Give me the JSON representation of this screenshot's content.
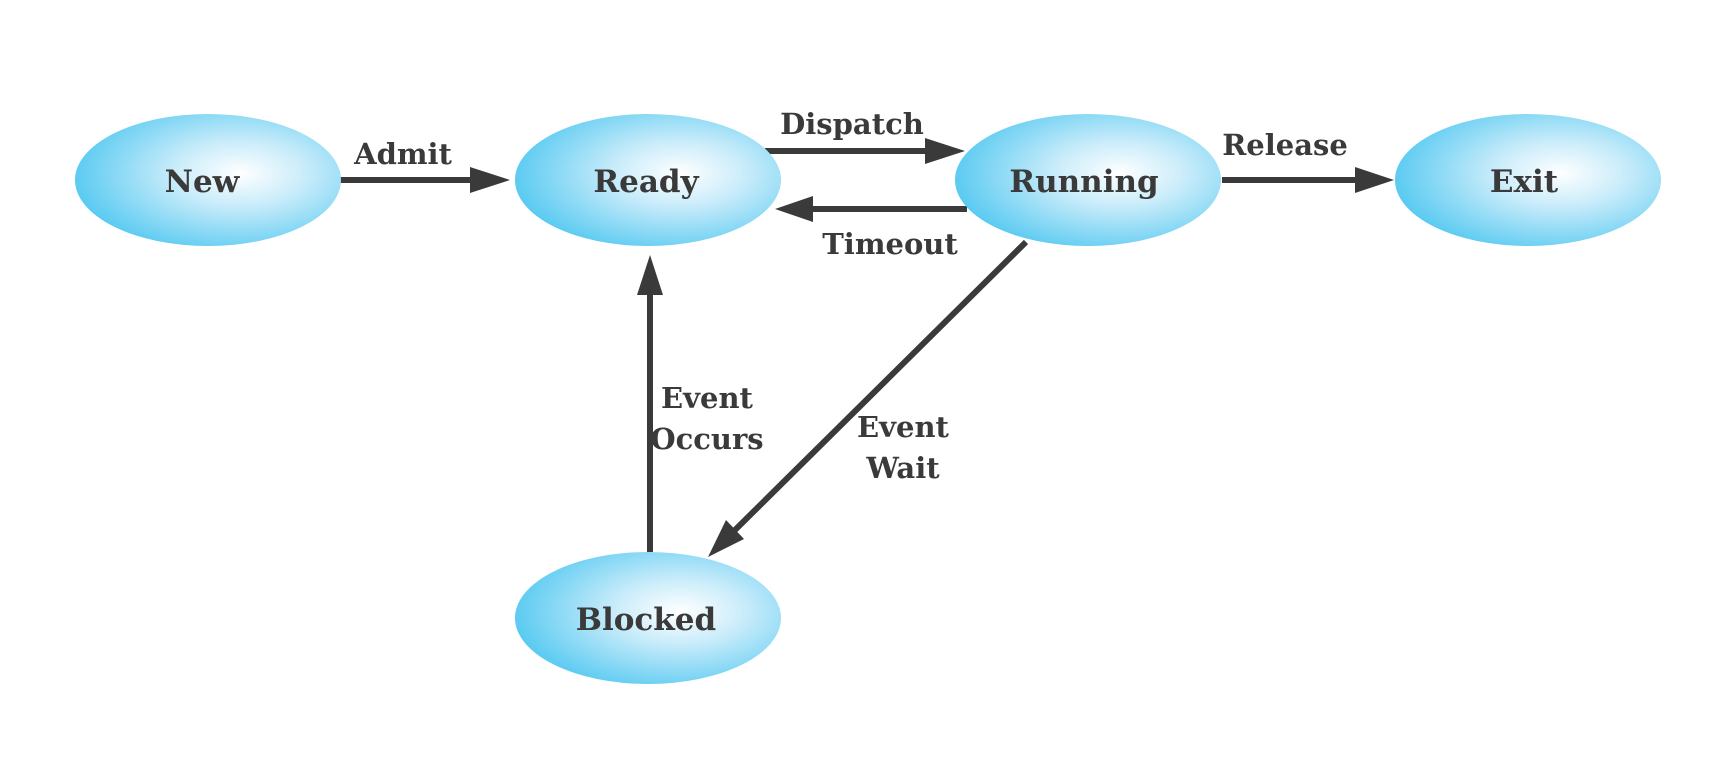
{
  "colors": {
    "node_light": "#ffffff",
    "node_dark": "#45c4f0",
    "edge": "#3a3a3a",
    "text": "#3a3a3a"
  },
  "nodes": {
    "new": "New",
    "ready": "Ready",
    "running": "Running",
    "exit": "Exit",
    "blocked": "Blocked"
  },
  "edges": {
    "admit": "Admit",
    "dispatch": "Dispatch",
    "timeout": "Timeout",
    "release": "Release",
    "event_occurs": [
      "Event",
      "Occurs"
    ],
    "event_wait": [
      "Event",
      "Wait"
    ]
  }
}
